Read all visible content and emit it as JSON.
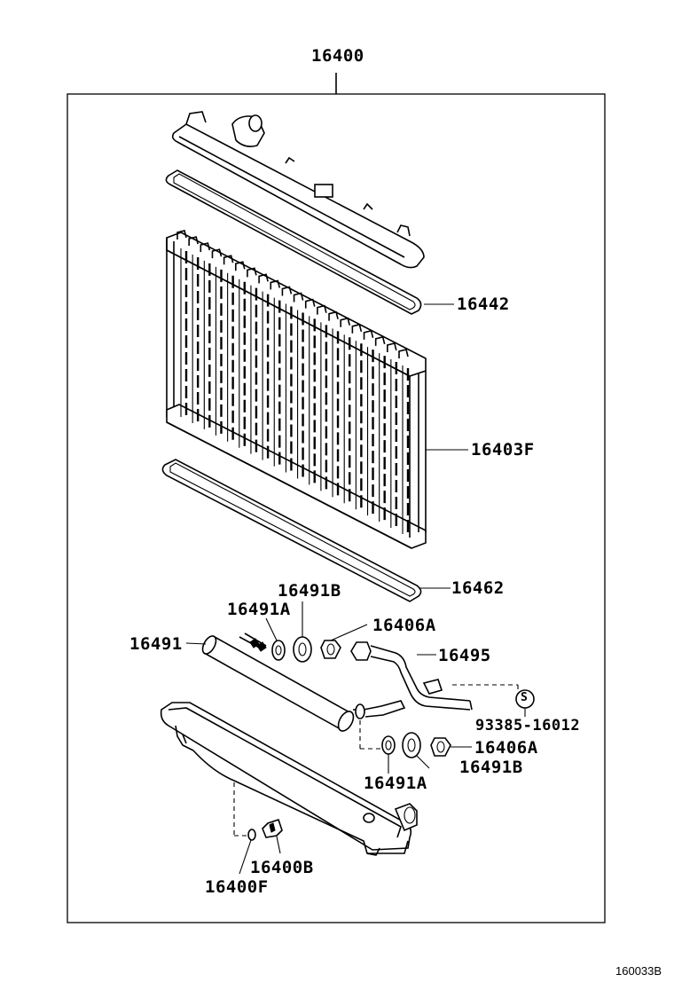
{
  "diagram": {
    "labels": {
      "assembly": "16400",
      "upper_gasket": "16442",
      "core": "16403F",
      "lower_gasket": "16462",
      "washer_b_top": "16491B",
      "washer_a_top": "16491A",
      "nut_top": "16406A",
      "cooler": "16491",
      "hose": "16495",
      "clamp": "93385-16012",
      "nut_bottom": "16406A",
      "washer_b_bottom": "16491B",
      "washer_a_bottom": "16491A",
      "drain_cock": "16400B",
      "drain_gasket": "16400F",
      "clamp_symbol": "S"
    },
    "figure_number": "160033B"
  }
}
